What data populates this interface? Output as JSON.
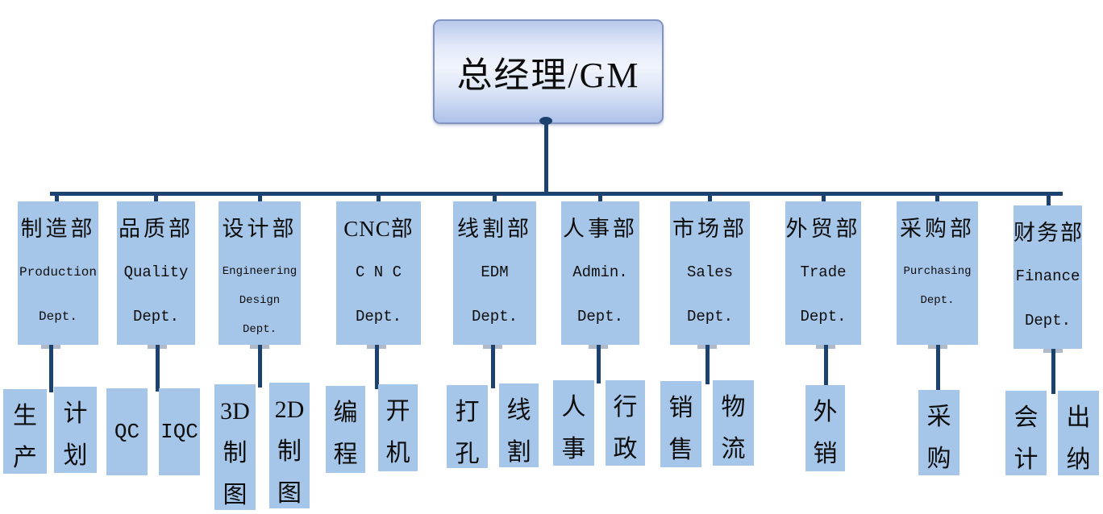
{
  "root": {
    "label": "总经理/GM"
  },
  "colors": {
    "box_fill": "#a6c6e9",
    "connector": "#1c4370",
    "gm_fill_top": "#b9c9ec",
    "gm_fill_middle": "#f0f4fc",
    "gm_fill_bottom": "#aec2e9",
    "gm_border": "#8494c2",
    "text": "#0d0d0d"
  },
  "departments": [
    {
      "name_cn": "制造部",
      "name_en_lines": [
        "Production",
        "Dept."
      ],
      "sub_units": [
        {
          "lines": [
            "生",
            "产"
          ]
        },
        {
          "lines": [
            "计",
            "划"
          ]
        }
      ]
    },
    {
      "name_cn": "品质部",
      "name_en_lines": [
        "Quality",
        "Dept."
      ],
      "sub_units": [
        {
          "lines": [
            "QC"
          ]
        },
        {
          "lines": [
            "IQC"
          ]
        }
      ]
    },
    {
      "name_cn": "设计部",
      "name_en_lines": [
        "Engineering",
        "Design",
        "Dept."
      ],
      "sub_units": [
        {
          "lines": [
            "3D",
            "制",
            "图"
          ]
        },
        {
          "lines": [
            "2D",
            "制",
            "图"
          ]
        }
      ]
    },
    {
      "name_cn": "CNC部",
      "name_en_lines": [
        "C N C",
        "Dept."
      ],
      "sub_units": [
        {
          "lines": [
            "编",
            "程"
          ]
        },
        {
          "lines": [
            "开",
            "机"
          ]
        }
      ]
    },
    {
      "name_cn": "线割部",
      "name_en_lines": [
        "EDM",
        "Dept."
      ],
      "sub_units": [
        {
          "lines": [
            "打",
            "孔"
          ]
        },
        {
          "lines": [
            "线",
            "割"
          ]
        }
      ]
    },
    {
      "name_cn": "人事部",
      "name_en_lines": [
        "Admin.",
        "Dept."
      ],
      "sub_units": [
        {
          "lines": [
            "人",
            "事"
          ]
        },
        {
          "lines": [
            "行",
            "政"
          ]
        }
      ]
    },
    {
      "name_cn": "市场部",
      "name_en_lines": [
        "Sales",
        "Dept."
      ],
      "sub_units": [
        {
          "lines": [
            "销",
            "售"
          ]
        },
        {
          "lines": [
            "物",
            "流"
          ]
        }
      ]
    },
    {
      "name_cn": "外贸部",
      "name_en_lines": [
        "Trade",
        "Dept."
      ],
      "sub_units": [
        {
          "lines": [
            "外",
            "销"
          ]
        }
      ]
    },
    {
      "name_cn": "采购部",
      "name_en_lines": [
        "Purchasing",
        "Dept."
      ],
      "sub_units": [
        {
          "lines": [
            "采",
            "购"
          ]
        }
      ]
    },
    {
      "name_cn": "财务部",
      "name_en_lines": [
        "Finance",
        "Dept."
      ],
      "sub_units": [
        {
          "lines": [
            "会",
            "计"
          ]
        },
        {
          "lines": [
            "出",
            "纳"
          ]
        }
      ]
    }
  ]
}
